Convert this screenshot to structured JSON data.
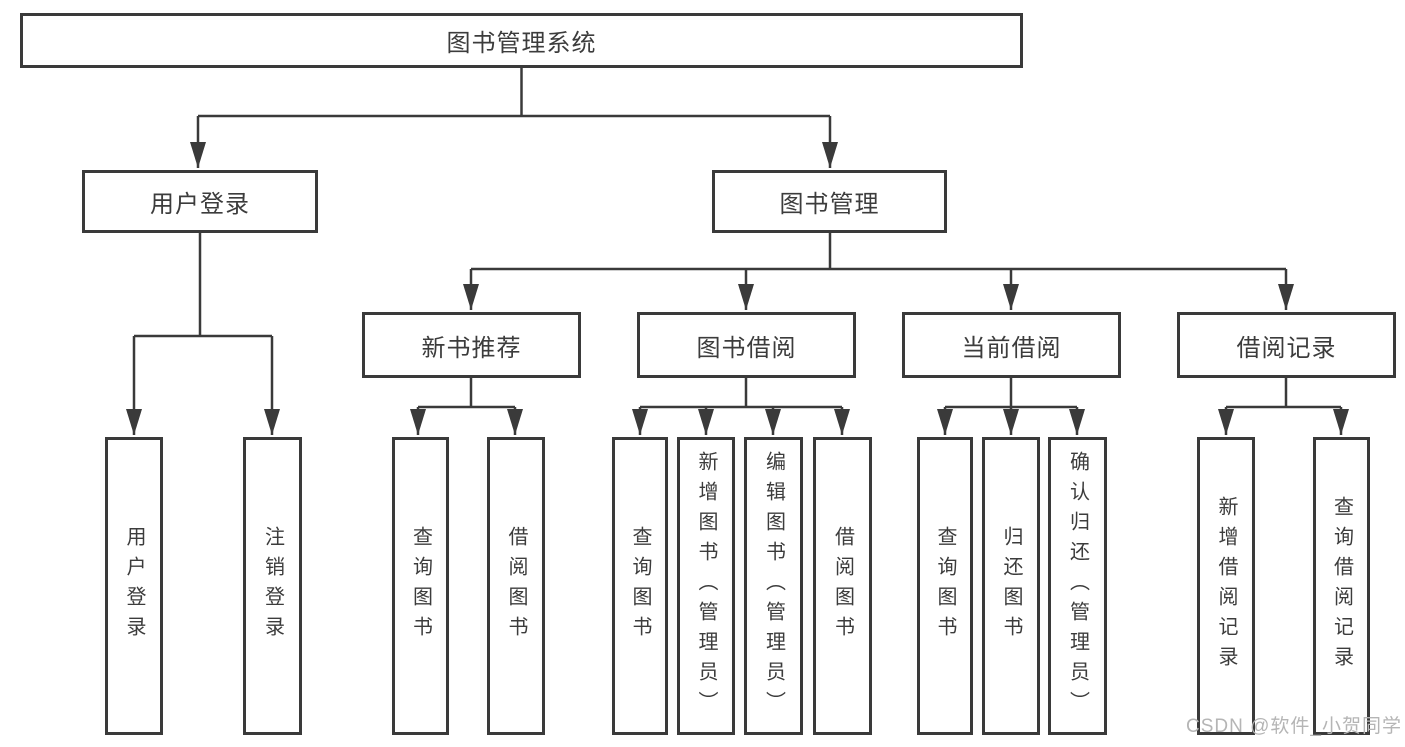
{
  "page": {
    "background": "#ffffff"
  },
  "colors": {
    "line": "#3a3a3a",
    "box_border": "#3a3a3a",
    "text": "#3c3c3c",
    "watermark": "#b5b5b5"
  },
  "watermark": {
    "text": "CSDN @软件_小贺同学"
  },
  "tree": {
    "root": {
      "label": "图书管理系统",
      "children": [
        {
          "label": "用户登录",
          "children": [
            {
              "label": "用户登录"
            },
            {
              "label": "注销登录"
            }
          ]
        },
        {
          "label": "图书管理",
          "children": [
            {
              "label": "新书推荐",
              "children": [
                {
                  "label": "查询图书"
                },
                {
                  "label": "借阅图书"
                }
              ]
            },
            {
              "label": "图书借阅",
              "children": [
                {
                  "label": "查询图书"
                },
                {
                  "label": "新增图书（管理员）"
                },
                {
                  "label": "编辑图书（管理员）"
                },
                {
                  "label": "借阅图书"
                }
              ]
            },
            {
              "label": "当前借阅",
              "children": [
                {
                  "label": "查询图书"
                },
                {
                  "label": "归还图书"
                },
                {
                  "label": "确认归还（管理员）"
                }
              ]
            },
            {
              "label": "借阅记录",
              "children": [
                {
                  "label": "新增借阅记录"
                },
                {
                  "label": "查询借阅记录"
                }
              ]
            }
          ]
        }
      ]
    }
  }
}
